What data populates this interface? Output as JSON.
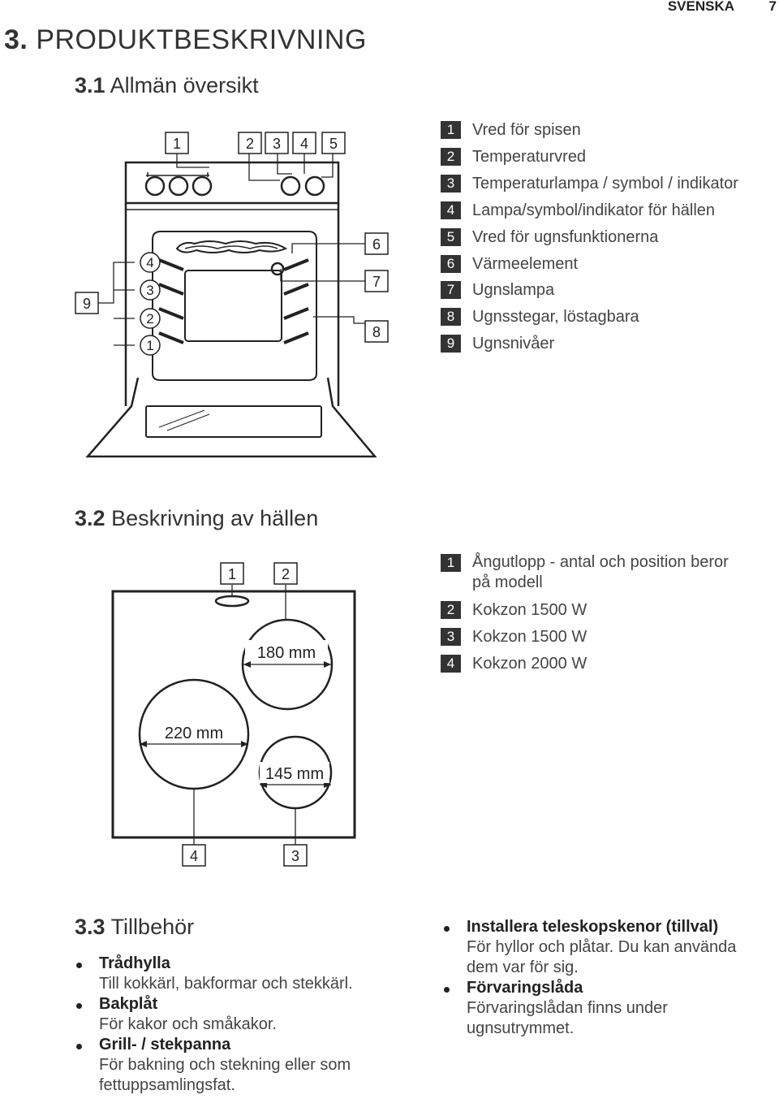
{
  "header": {
    "language": "SVENSKA",
    "page_number": "7"
  },
  "chapter": {
    "number": "3.",
    "title": "PRODUKTBESKRIVNING"
  },
  "section1": {
    "number": "3.1",
    "title": "Allmän översikt",
    "diagram_callouts": [
      "1",
      "2",
      "3",
      "4",
      "5",
      "6",
      "7",
      "8",
      "9",
      "4",
      "3",
      "2",
      "1"
    ],
    "legend": [
      {
        "num": "1",
        "text": "Vred för spisen"
      },
      {
        "num": "2",
        "text": "Temperaturvred"
      },
      {
        "num": "3",
        "text": "Temperaturlampa / symbol / indikator"
      },
      {
        "num": "4",
        "text": "Lampa/symbol/indikator för hällen"
      },
      {
        "num": "5",
        "text": "Vred för ugnsfunktionerna"
      },
      {
        "num": "6",
        "text": "Värmeelement"
      },
      {
        "num": "7",
        "text": "Ugnslampa"
      },
      {
        "num": "8",
        "text": "Ugnsstegar, löstagbara"
      },
      {
        "num": "9",
        "text": "Ugnsnivåer"
      }
    ]
  },
  "section2": {
    "number": "3.2",
    "title": "Beskrivning av hällen",
    "diagram_callouts": [
      "1",
      "2",
      "4",
      "3"
    ],
    "zone_labels": [
      "180 mm",
      "220 mm",
      "145 mm"
    ],
    "legend": [
      {
        "num": "1",
        "text_line1": "Ångutlopp - antal och position beror",
        "text_line2": "på modell"
      },
      {
        "num": "2",
        "text": "Kokzon 1500 W"
      },
      {
        "num": "3",
        "text": "Kokzon 1500 W"
      },
      {
        "num": "4",
        "text": "Kokzon 2000 W"
      }
    ]
  },
  "section3": {
    "number": "3.3",
    "title": "Tillbehör",
    "items_left": [
      {
        "title": "Trådhylla",
        "desc": "Till kokkärl, bakformar och stekkärl."
      },
      {
        "title": "Bakplåt",
        "desc": "För kakor och småkakor."
      },
      {
        "title": "Grill- / stekpanna",
        "desc_line1": "För bakning och stekning eller som",
        "desc_line2": "fettuppsamlingsfat."
      }
    ],
    "items_right": [
      {
        "title": "Installera teleskopskenor (tillval)",
        "desc_line1": "För hyllor och plåtar. Du kan använda",
        "desc_line2": "dem var för sig."
      },
      {
        "title": "Förvaringslåda",
        "desc_line1": "Förvaringslådan finns under",
        "desc_line2": "ugnsutrymmet."
      }
    ]
  }
}
